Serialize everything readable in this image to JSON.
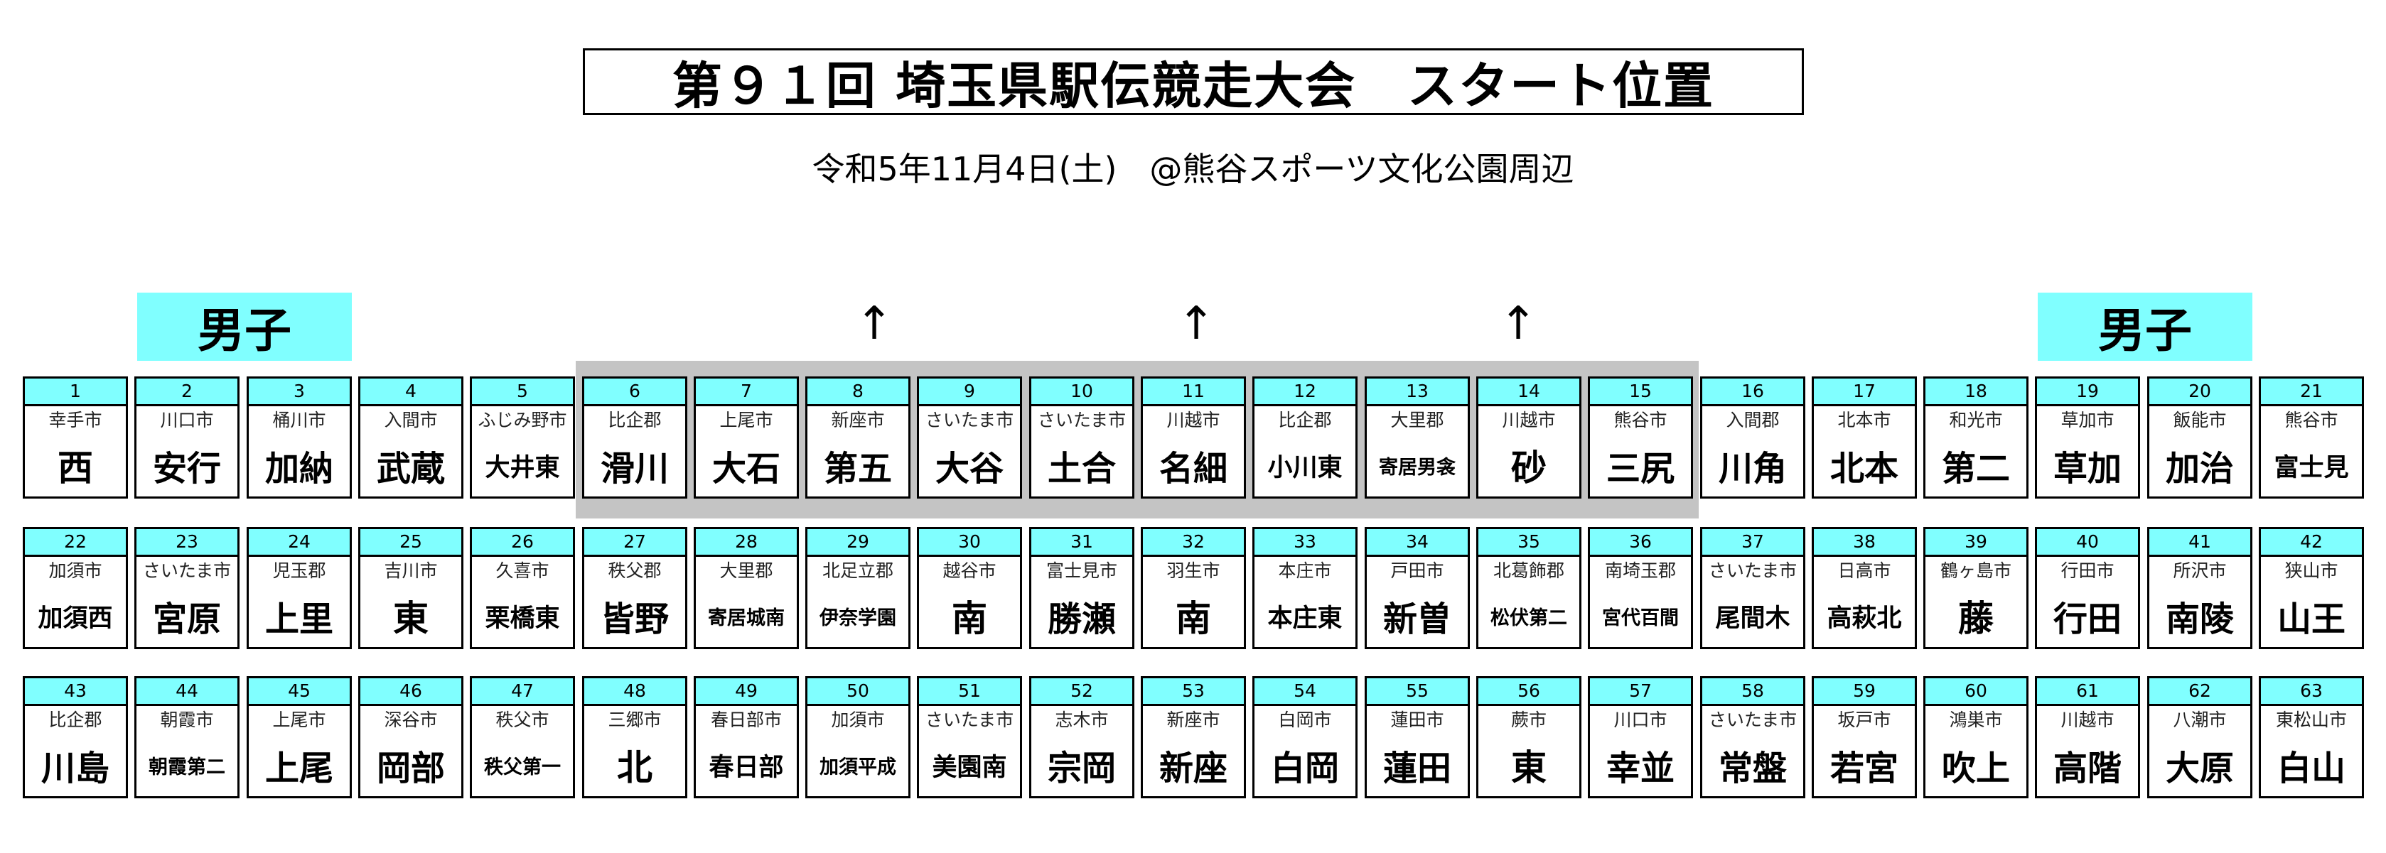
{
  "title": "第９１回 埼玉県駅伝競走大会　スタート位置",
  "subtitle": "令和5年11月4日(土)　@熊谷スポーツ文化公園周辺",
  "gender_left": "男子",
  "gender_right": "男子",
  "arrow_glyph": "↑",
  "teams": [
    {
      "no": "1",
      "loc": "幸手市",
      "team": "西"
    },
    {
      "no": "2",
      "loc": "川口市",
      "team": "安行"
    },
    {
      "no": "3",
      "loc": "桶川市",
      "team": "加納"
    },
    {
      "no": "4",
      "loc": "入間市",
      "team": "武蔵"
    },
    {
      "no": "5",
      "loc": "ふじみ野市",
      "team": "大井東"
    },
    {
      "no": "6",
      "loc": "比企郡",
      "team": "滑川"
    },
    {
      "no": "7",
      "loc": "上尾市",
      "team": "大石"
    },
    {
      "no": "8",
      "loc": "新座市",
      "team": "第五"
    },
    {
      "no": "9",
      "loc": "さいたま市",
      "team": "大谷"
    },
    {
      "no": "10",
      "loc": "さいたま市",
      "team": "土合"
    },
    {
      "no": "11",
      "loc": "川越市",
      "team": "名細"
    },
    {
      "no": "12",
      "loc": "比企郡",
      "team": "小川東"
    },
    {
      "no": "13",
      "loc": "大里郡",
      "team": "寄居男衾"
    },
    {
      "no": "14",
      "loc": "川越市",
      "team": "砂"
    },
    {
      "no": "15",
      "loc": "熊谷市",
      "team": "三尻"
    },
    {
      "no": "16",
      "loc": "入間郡",
      "team": "川角"
    },
    {
      "no": "17",
      "loc": "北本市",
      "team": "北本"
    },
    {
      "no": "18",
      "loc": "和光市",
      "team": "第二"
    },
    {
      "no": "19",
      "loc": "草加市",
      "team": "草加"
    },
    {
      "no": "20",
      "loc": "飯能市",
      "team": "加治"
    },
    {
      "no": "21",
      "loc": "熊谷市",
      "team": "富士見"
    },
    {
      "no": "22",
      "loc": "加須市",
      "team": "加須西"
    },
    {
      "no": "23",
      "loc": "さいたま市",
      "team": "宮原"
    },
    {
      "no": "24",
      "loc": "児玉郡",
      "team": "上里"
    },
    {
      "no": "25",
      "loc": "吉川市",
      "team": "東"
    },
    {
      "no": "26",
      "loc": "久喜市",
      "team": "栗橋東"
    },
    {
      "no": "27",
      "loc": "秩父郡",
      "team": "皆野"
    },
    {
      "no": "28",
      "loc": "大里郡",
      "team": "寄居城南"
    },
    {
      "no": "29",
      "loc": "北足立郡",
      "team": "伊奈学園"
    },
    {
      "no": "30",
      "loc": "越谷市",
      "team": "南"
    },
    {
      "no": "31",
      "loc": "富士見市",
      "team": "勝瀬"
    },
    {
      "no": "32",
      "loc": "羽生市",
      "team": "南"
    },
    {
      "no": "33",
      "loc": "本庄市",
      "team": "本庄東"
    },
    {
      "no": "34",
      "loc": "戸田市",
      "team": "新曽"
    },
    {
      "no": "35",
      "loc": "北葛飾郡",
      "team": "松伏第二"
    },
    {
      "no": "36",
      "loc": "南埼玉郡",
      "team": "宮代百間"
    },
    {
      "no": "37",
      "loc": "さいたま市",
      "team": "尾間木"
    },
    {
      "no": "38",
      "loc": "日高市",
      "team": "高萩北"
    },
    {
      "no": "39",
      "loc": "鶴ヶ島市",
      "team": "藤"
    },
    {
      "no": "40",
      "loc": "行田市",
      "team": "行田"
    },
    {
      "no": "41",
      "loc": "所沢市",
      "team": "南陵"
    },
    {
      "no": "42",
      "loc": "狭山市",
      "team": "山王"
    },
    {
      "no": "43",
      "loc": "比企郡",
      "team": "川島"
    },
    {
      "no": "44",
      "loc": "朝霞市",
      "team": "朝霞第二"
    },
    {
      "no": "45",
      "loc": "上尾市",
      "team": "上尾"
    },
    {
      "no": "46",
      "loc": "深谷市",
      "team": "岡部"
    },
    {
      "no": "47",
      "loc": "秩父市",
      "team": "秩父第一"
    },
    {
      "no": "48",
      "loc": "三郷市",
      "team": "北"
    },
    {
      "no": "49",
      "loc": "春日部市",
      "team": "春日部"
    },
    {
      "no": "50",
      "loc": "加須市",
      "team": "加須平成"
    },
    {
      "no": "51",
      "loc": "さいたま市",
      "team": "美園南"
    },
    {
      "no": "52",
      "loc": "志木市",
      "team": "宗岡"
    },
    {
      "no": "53",
      "loc": "新座市",
      "team": "新座"
    },
    {
      "no": "54",
      "loc": "白岡市",
      "team": "白岡"
    },
    {
      "no": "55",
      "loc": "蓮田市",
      "team": "蓮田"
    },
    {
      "no": "56",
      "loc": "蕨市",
      "team": "東"
    },
    {
      "no": "57",
      "loc": "川口市",
      "team": "幸並"
    },
    {
      "no": "58",
      "loc": "さいたま市",
      "team": "常盤"
    },
    {
      "no": "59",
      "loc": "坂戸市",
      "team": "若宮"
    },
    {
      "no": "60",
      "loc": "鴻巣市",
      "team": "吹上"
    },
    {
      "no": "61",
      "loc": "川越市",
      "team": "高階"
    },
    {
      "no": "62",
      "loc": "八潮市",
      "team": "大原"
    },
    {
      "no": "63",
      "loc": "東松山市",
      "team": "白山"
    }
  ]
}
